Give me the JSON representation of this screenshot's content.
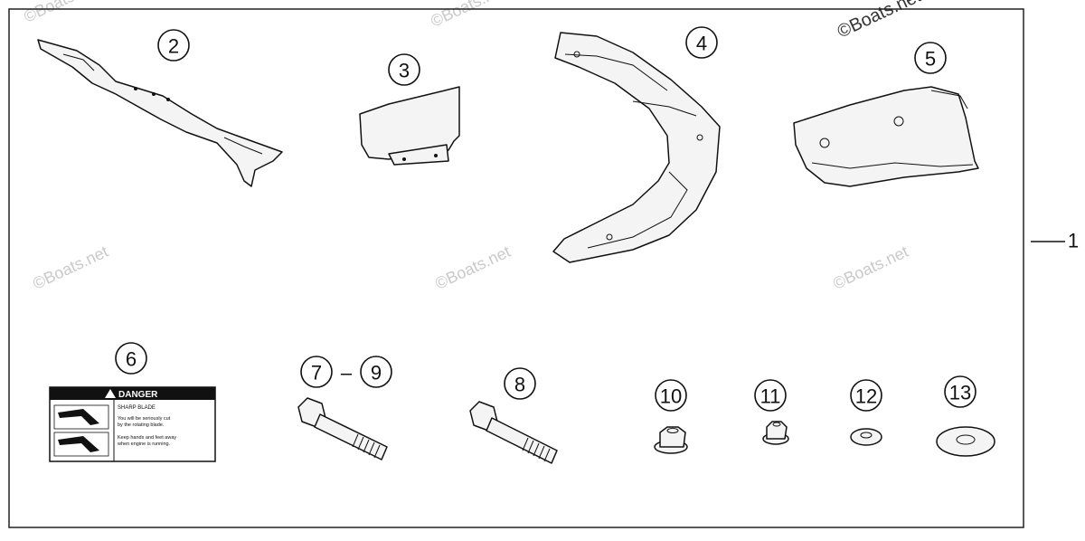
{
  "watermark": "©Boats.net",
  "callouts": {
    "c1": "1",
    "c2": "2",
    "c3": "3",
    "c4": "4",
    "c5": "5",
    "c6": "6",
    "c7": "7",
    "c9": "9",
    "c8": "8",
    "c10": "10",
    "c11": "11",
    "c12": "12",
    "c13": "13",
    "range_dash": "–"
  },
  "decal": {
    "header": "DANGER",
    "title": "SHARP BLADE",
    "line1": "You will be seriously cut",
    "line2": "by the rotating blade.",
    "line3": "Keep hands and feet away",
    "line4": "when engine is running."
  }
}
